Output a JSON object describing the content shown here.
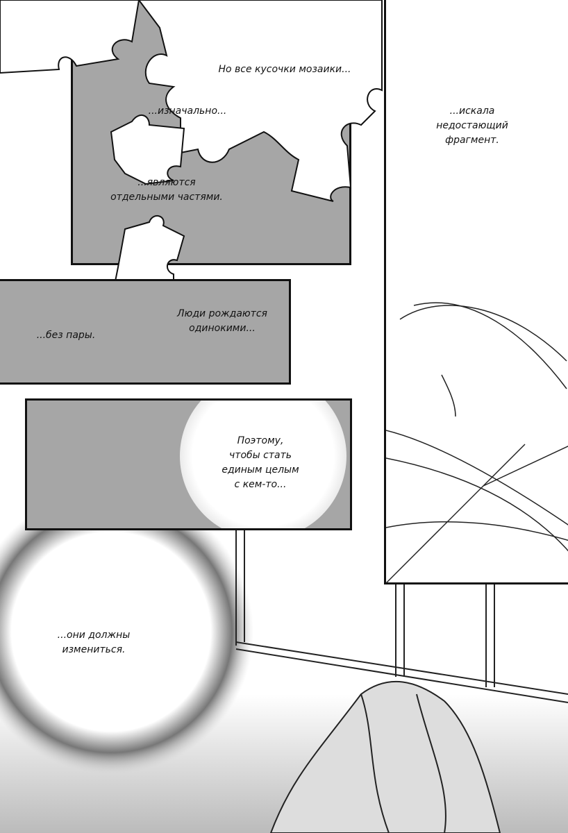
{
  "page": {
    "bubbles": {
      "puzzle_all_pieces": "Но все кусочки мозаики...",
      "originally": "...изначально...",
      "separate_parts": "...являются\nотдельными частями.",
      "searching_fragment": "...искала\nнедостающий\nфрагмент.",
      "born_alone": "Люди рождаются\nодинокими...",
      "without_pair": "...без пары.",
      "therefore": "Поэтому,\nчтобы стать\nединым целым\nс кем-то...",
      "must_change": "...они должны\nизмениться."
    },
    "colors": {
      "panel_gray": "#a6a6a6",
      "ink": "#111111"
    }
  }
}
